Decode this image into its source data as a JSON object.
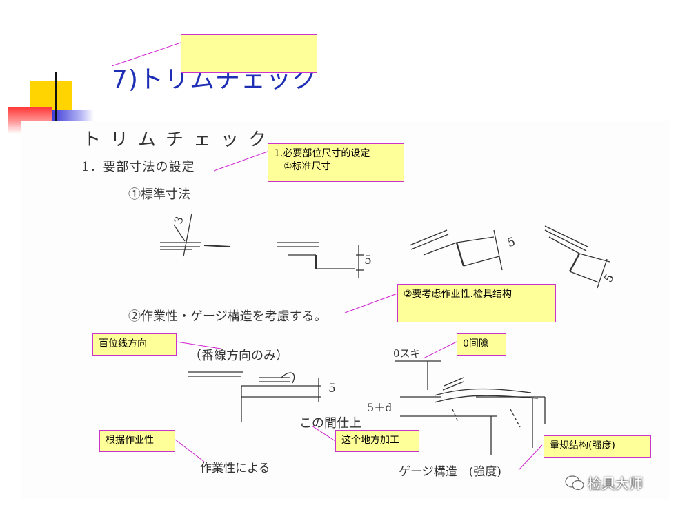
{
  "slide": {
    "title": "7)トリムチェック"
  },
  "scan": {
    "heading": "トリムチェック",
    "item1": "1．要部寸法の設定",
    "item1a": "①標準寸法",
    "item2": "②作業性・ゲージ構造を考慮する。",
    "note_direction": "（番線方向のみ）",
    "label_here": "この間仕上",
    "label_work": "作業性による",
    "label_gauge": "ゲージ構造　(強度)",
    "dim_3": "3",
    "dim_5_a": "5",
    "dim_5_b": "5",
    "dim_5_c": "5",
    "dim_5_d": "5",
    "dim_0suki": "0スキ",
    "dim_5d": "5＋d"
  },
  "callouts": {
    "top_blank": "",
    "setting_line1": "1.必要部位尺寸的设定",
    "setting_line2": "　①标准尺寸",
    "workability": "②要考虑作业性.检具结构",
    "direction": "百位线方向",
    "zero_gap": "0间隙",
    "by_work": "根据作业性",
    "machining": "这个地方加工",
    "gauge_strength": "量规结构(强度)"
  },
  "watermark": {
    "text": "检具大师"
  }
}
